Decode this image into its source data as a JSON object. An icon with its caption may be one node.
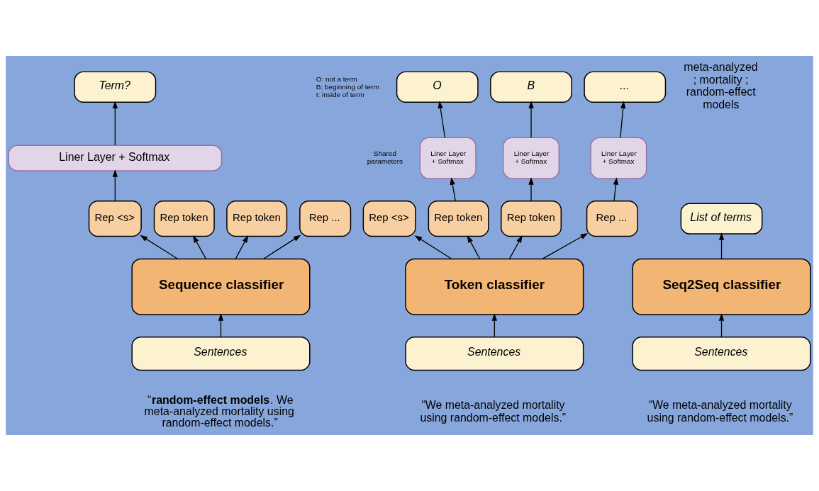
{
  "diagram": {
    "nodes": [
      {
        "text": [
          "Term?"
        ]
      },
      {
        "text": [
          "Liner Layer + Softmax"
        ]
      },
      {
        "text": [
          "Rep <s>"
        ]
      },
      {
        "text": [
          "Rep token"
        ]
      },
      {
        "text": [
          "Rep token"
        ]
      },
      {
        "text": [
          "Rep ..."
        ]
      },
      {
        "text": [
          "Sequence classifier"
        ]
      },
      {
        "text": [
          "Sentences"
        ]
      },
      {
        "text": [
          "O"
        ]
      },
      {
        "text": [
          "B"
        ]
      },
      {
        "text": [
          "..."
        ]
      },
      {
        "text": [
          "Liner Layer + Softmax"
        ]
      },
      {
        "text": [
          "Liner Layer + Softmax"
        ]
      },
      {
        "text": [
          "Liner Layer + Softmax"
        ]
      },
      {
        "text": [
          "Rep <s>"
        ]
      },
      {
        "text": [
          "Rep token"
        ]
      },
      {
        "text": [
          "Rep token"
        ]
      },
      {
        "text": [
          "Rep ..."
        ]
      },
      {
        "text": [
          "Token classifier"
        ]
      },
      {
        "text": [
          "Sentences"
        ]
      },
      {
        "text": [
          "List of terms"
        ]
      },
      {
        "text": [
          "Seq2Seq classifier"
        ]
      },
      {
        "text": [
          "Sentences"
        ]
      }
    ],
    "edges": [
      {
        "from": 7,
        "to": 6,
        "arrow": "to"
      },
      {
        "from": 6,
        "to": 2,
        "arrow": "to"
      },
      {
        "from": 6,
        "to": 3,
        "arrow": "to"
      },
      {
        "from": 6,
        "to": 4,
        "arrow": "to"
      },
      {
        "from": 6,
        "to": 5,
        "arrow": "to"
      },
      {
        "from": 2,
        "to": 1,
        "arrow": "to"
      },
      {
        "from": 1,
        "to": 0,
        "arrow": "to"
      },
      {
        "from": 19,
        "to": 18,
        "arrow": "to"
      },
      {
        "from": 18,
        "to": 14,
        "arrow": "to"
      },
      {
        "from": 18,
        "to": 15,
        "arrow": "to"
      },
      {
        "from": 18,
        "to": 16,
        "arrow": "to"
      },
      {
        "from": 18,
        "to": 17,
        "arrow": "to"
      },
      {
        "from": 15,
        "to": 11,
        "arrow": "to"
      },
      {
        "from": 16,
        "to": 12,
        "arrow": "to"
      },
      {
        "from": 17,
        "to": 13,
        "arrow": "to"
      },
      {
        "from": 11,
        "to": 8,
        "arrow": "to"
      },
      {
        "from": 12,
        "to": 9,
        "arrow": "to"
      },
      {
        "from": 13,
        "to": 10,
        "arrow": "to"
      },
      {
        "from": 22,
        "to": 21,
        "arrow": "to"
      },
      {
        "from": 21,
        "to": 20,
        "arrow": "to"
      }
    ],
    "labels": [
      "O: not a term",
      "B: beginning of term",
      "I: inside of term",
      "Shared parameters",
      "meta-analyzed ; mortality ; random-effect models",
      "“**random-effect models**. We meta-analyzed mortality using random-effect models.”",
      "“We meta-analyzed mortality using random-effect models.”",
      "“We meta-analyzed mortality using random-effect models.”"
    ]
  }
}
